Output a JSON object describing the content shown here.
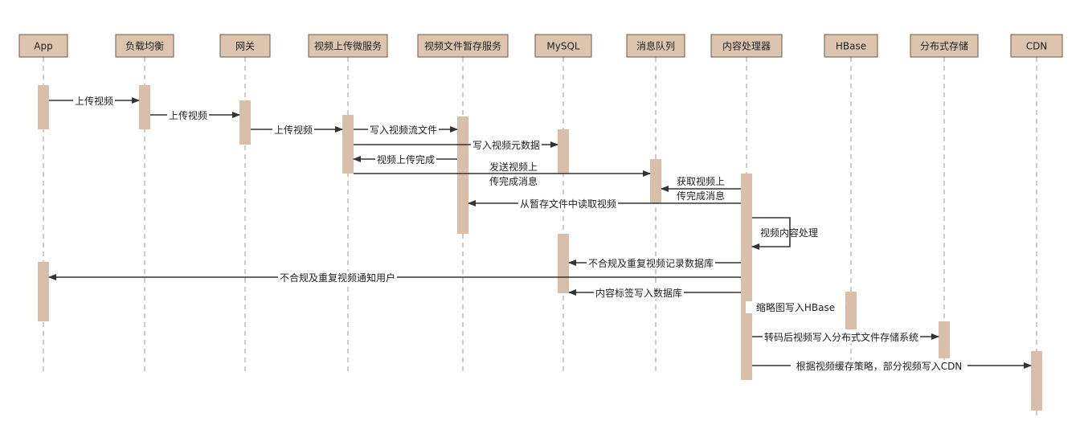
{
  "colors": {
    "participant_fill": "#dcc4af",
    "participant_stroke": "#6b5a4c",
    "activation_fill": "#d9bfa9",
    "lifeline": "#9a9a9a",
    "arrow": "#333333",
    "text": "#222222"
  },
  "participants": [
    {
      "id": "app",
      "label": "App"
    },
    {
      "id": "lb",
      "label": "负载均衡"
    },
    {
      "id": "gw",
      "label": "网关"
    },
    {
      "id": "upload",
      "label": "视频上传微服务"
    },
    {
      "id": "tmp",
      "label": "视频文件暂存服务"
    },
    {
      "id": "mysql",
      "label": "MySQL"
    },
    {
      "id": "mq",
      "label": "消息队列"
    },
    {
      "id": "proc",
      "label": "内容处理器"
    },
    {
      "id": "hbase",
      "label": "HBase"
    },
    {
      "id": "dfs",
      "label": "分布式存储"
    },
    {
      "id": "cdn",
      "label": "CDN"
    }
  ],
  "messages": [
    {
      "from": "app",
      "to": "lb",
      "label": [
        "上传视频"
      ]
    },
    {
      "from": "lb",
      "to": "gw",
      "label": [
        "上传视频"
      ]
    },
    {
      "from": "gw",
      "to": "upload",
      "label": [
        "上传视频"
      ]
    },
    {
      "from": "upload",
      "to": "tmp",
      "label": [
        "写入视频流文件"
      ]
    },
    {
      "from": "upload",
      "to": "mysql",
      "label": [
        "写入视频元数据"
      ]
    },
    {
      "from": "tmp",
      "to": "upload",
      "label": [
        "视频上传完成"
      ]
    },
    {
      "from": "upload",
      "to": "mq",
      "label": [
        "发送视频上",
        "传完成消息"
      ]
    },
    {
      "from": "proc",
      "to": "mq",
      "label": [
        "获取视频上",
        "传完成消息"
      ]
    },
    {
      "from": "proc",
      "to": "tmp",
      "label": [
        "从暂存文件中读取视频"
      ]
    },
    {
      "from": "proc",
      "to": "proc",
      "label": [
        "视频内容处理"
      ]
    },
    {
      "from": "proc",
      "to": "mysql",
      "label": [
        "不合规及重复视频记录数据库"
      ]
    },
    {
      "from": "proc",
      "to": "app",
      "label": [
        "不合规及重复视频通知用户"
      ]
    },
    {
      "from": "proc",
      "to": "mysql",
      "label": [
        "内容标签写入数据库"
      ]
    },
    {
      "from": "proc",
      "to": "hbase",
      "label": [
        "缩略图写入HBase"
      ]
    },
    {
      "from": "proc",
      "to": "dfs",
      "label": [
        "转码后视频写入分布式文件存储系统"
      ]
    },
    {
      "from": "proc",
      "to": "cdn",
      "label": [
        "根据视频缓存策略，部分视频写入CDN"
      ]
    }
  ]
}
